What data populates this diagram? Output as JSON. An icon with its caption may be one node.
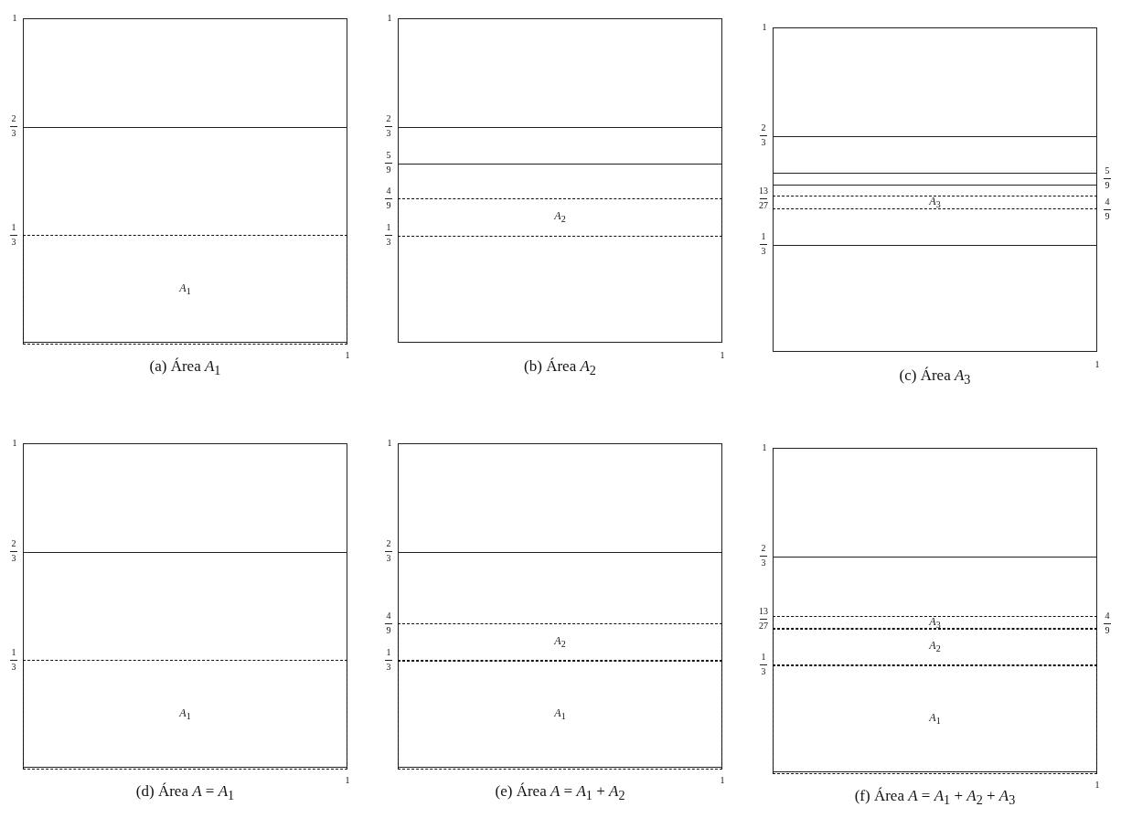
{
  "diagram": {
    "nodes": [
      {
        "text": [],
        "shape": "box"
      },
      {
        "text": [
          "*A*$_{1}$"
        ],
        "in": 0
      },
      {
        "text": [],
        "shape": "box"
      },
      {
        "text": [
          "*A*$_{2}$"
        ],
        "in": 2
      },
      {
        "text": [],
        "shape": "box"
      },
      {
        "text": [
          "*A*$_{3}$"
        ],
        "in": 4
      },
      {
        "text": [],
        "shape": "box"
      },
      {
        "text": [
          "*A*$_{1}$"
        ],
        "in": 6
      },
      {
        "text": [],
        "shape": "box"
      },
      {
        "text": [
          "*A*$_{2}$"
        ],
        "in": 8
      },
      {
        "text": [
          "*A*$_{1}$"
        ],
        "in": 8
      },
      {
        "text": [],
        "shape": "box"
      },
      {
        "text": [
          "*A*$_{3}$"
        ],
        "in": 11
      },
      {
        "text": [
          "*A*$_{2}$"
        ],
        "in": 11
      },
      {
        "text": [
          "*A*$_{1}$"
        ],
        "in": 11
      }
    ],
    "labels": [
      "1",
      "2",
      "3",
      "1",
      "3",
      "1",
      "(a) Área *A*$_{1}$",
      "1",
      "2",
      "3",
      "5",
      "9",
      "4",
      "9",
      "1",
      "3",
      "1",
      "(b) Área *A*$_{2}$",
      "1",
      "2",
      "3",
      "13",
      "27",
      "1",
      "3",
      "5",
      "9",
      "4",
      "9",
      "1",
      "(c) Área *A*$_{3}$",
      "1",
      "2",
      "3",
      "1",
      "3",
      "1",
      "(d) Área *A* = *A*$_{1}$",
      "1",
      "2",
      "3",
      "4",
      "9",
      "1",
      "3",
      "1",
      "(e) Área *A* = *A*$_{1}$ + *A*$_{2}$",
      "1",
      "2",
      "3",
      "13",
      "27",
      "4",
      "9",
      "1",
      "3",
      "1",
      "(f) Área *A* = *A*$_{1}$ + *A*$_{2}$ + *A*$_{3}$"
    ]
  }
}
